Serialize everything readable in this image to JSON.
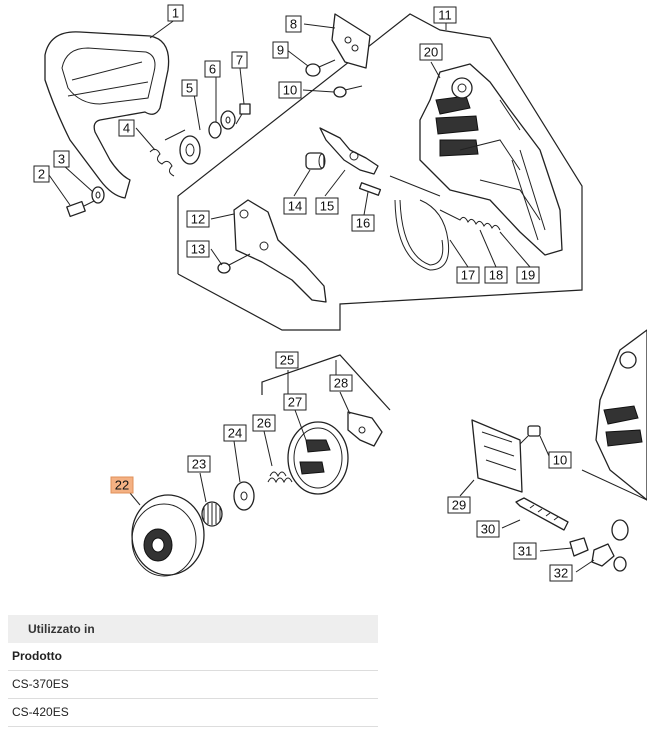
{
  "callouts": [
    {
      "id": "c1",
      "label": "1"
    },
    {
      "id": "c2",
      "label": "2"
    },
    {
      "id": "c3",
      "label": "3"
    },
    {
      "id": "c4",
      "label": "4"
    },
    {
      "id": "c5",
      "label": "5"
    },
    {
      "id": "c6",
      "label": "6"
    },
    {
      "id": "c7",
      "label": "7"
    },
    {
      "id": "c8",
      "label": "8"
    },
    {
      "id": "c9",
      "label": "9"
    },
    {
      "id": "c10a",
      "label": "10"
    },
    {
      "id": "c11",
      "label": "11"
    },
    {
      "id": "c12",
      "label": "12"
    },
    {
      "id": "c13",
      "label": "13"
    },
    {
      "id": "c14",
      "label": "14"
    },
    {
      "id": "c15",
      "label": "15"
    },
    {
      "id": "c16",
      "label": "16"
    },
    {
      "id": "c17",
      "label": "17"
    },
    {
      "id": "c18",
      "label": "18"
    },
    {
      "id": "c19",
      "label": "19"
    },
    {
      "id": "c20",
      "label": "20"
    },
    {
      "id": "c22",
      "label": "22",
      "highlighted": true
    },
    {
      "id": "c23",
      "label": "23"
    },
    {
      "id": "c24",
      "label": "24"
    },
    {
      "id": "c25",
      "label": "25"
    },
    {
      "id": "c26",
      "label": "26"
    },
    {
      "id": "c27",
      "label": "27"
    },
    {
      "id": "c28",
      "label": "28"
    },
    {
      "id": "c29",
      "label": "29"
    },
    {
      "id": "c10b",
      "label": "10"
    },
    {
      "id": "c30",
      "label": "30"
    },
    {
      "id": "c31",
      "label": "31"
    },
    {
      "id": "c32",
      "label": "32"
    }
  ],
  "highlight_color": "#f4b183",
  "used_in": {
    "header": "Utilizzato in",
    "column": "Prodotto",
    "products": [
      "CS-370ES",
      "CS-420ES"
    ]
  }
}
